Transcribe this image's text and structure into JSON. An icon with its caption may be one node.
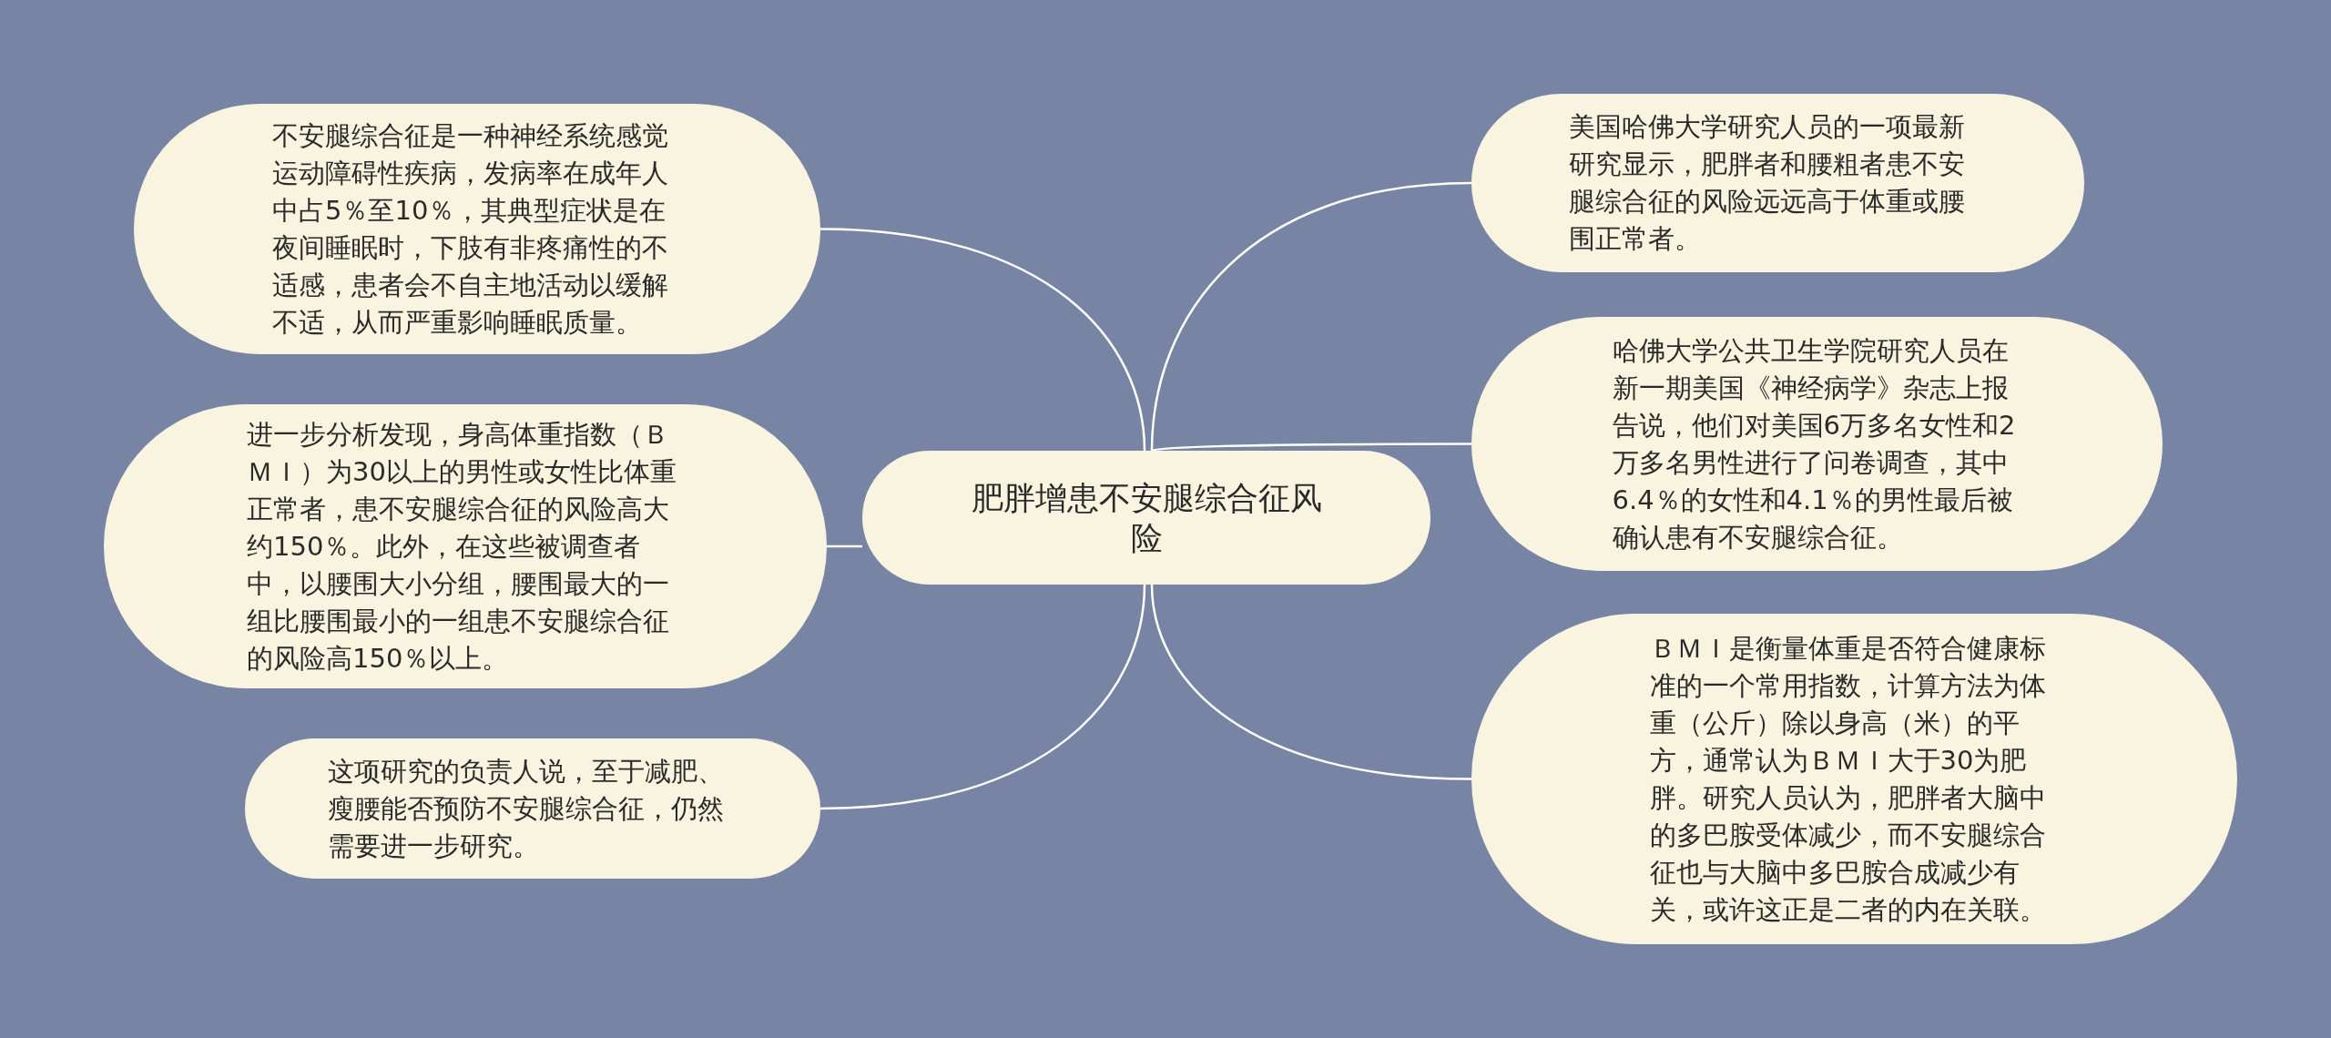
{
  "diagram": {
    "nodes": [
      {
        "text": [
          "肥胖增患不安腿综合征风险"
        ]
      },
      {
        "text": [
          "不安腿综合征是一种神经系统感觉运动障碍性疾病，发病率在成年人中占5％至10％，其典型症状是在夜间睡眠时，下肢有非疼痛性的不适感，患者会不自主地活动以缓解不适，从而严重影响睡眠质量。"
        ]
      },
      {
        "text": [
          "进一步分析发现，身高体重指数（ＢＭＩ）为30以上的男性或女性比体重正常者，患不安腿综合征的风险高大约150％。此外，在这些被调查者中，以腰围大小分组，腰围最大的一组比腰围最小的一组患不安腿综合征的风险高150％以上。"
        ]
      },
      {
        "text": [
          "这项研究的负责人说，至于减肥、瘦腰能否预防不安腿综合征，仍然需要进一步研究。"
        ]
      },
      {
        "text": [
          "美国哈佛大学研究人员的一项最新研究显示，肥胖者和腰粗者患不安腿综合征的风险远远高于体重或腰围正常者。"
        ]
      },
      {
        "text": [
          "哈佛大学公共卫生学院研究人员在新一期美国《神经病学》杂志上报告说，他们对美国6万多名女性和2万多名男性进行了问卷调查，其中6.4％的女性和4.1％的男性最后被确认患有不安腿综合征。"
        ]
      },
      {
        "text": [
          "ＢＭＩ是衡量体重是否符合健康标准的一个常用指数，计算方法为体重（公斤）除以身高（米）的平方，通常认为ＢＭＩ大于30为肥胖。研究人员认为，肥胖者大脑中的多巴胺受体减少，而不安腿综合征也与大脑中多巴胺合成减少有关，或许这正是二者的内在关联。"
        ]
      }
    ],
    "edges": [
      {
        "from": 0,
        "to": 1,
        "arrow": "none"
      },
      {
        "from": 0,
        "to": 2,
        "arrow": "none"
      },
      {
        "from": 0,
        "to": 3,
        "arrow": "none"
      },
      {
        "from": 0,
        "to": 4,
        "arrow": "none"
      },
      {
        "from": 0,
        "to": 5,
        "arrow": "none"
      },
      {
        "from": 0,
        "to": 6,
        "arrow": "none"
      }
    ]
  }
}
